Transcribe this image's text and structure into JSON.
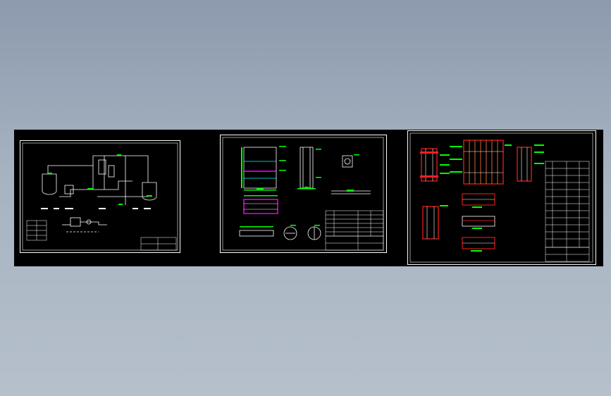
{
  "canvas": {
    "background": "#000000",
    "page_background": "#a3afbe"
  },
  "colors": {
    "frame": "#ffffff",
    "green": "#00ff00",
    "red": "#ff2020",
    "magenta": "#ff00ff",
    "cyan": "#00ffff",
    "yellow": "#ffff00"
  },
  "sheets": [
    {
      "id": "sheet-1",
      "kind": "process-flow-diagram"
    },
    {
      "id": "sheet-2",
      "kind": "equipment-detail-drawing"
    },
    {
      "id": "sheet-3",
      "kind": "assembly-drawing-with-parts-list"
    }
  ]
}
